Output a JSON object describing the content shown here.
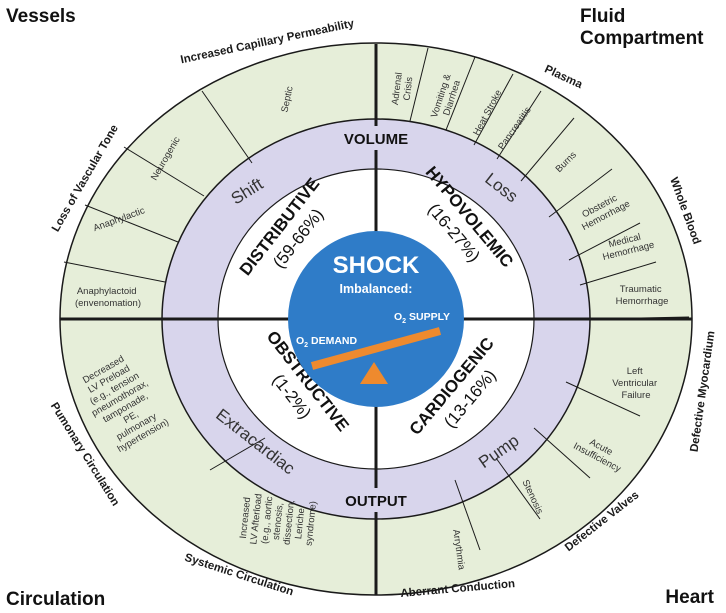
{
  "corners": {
    "vessels": "Vessels",
    "fluid": "Fluid Compartment",
    "circulation": "Circulation",
    "heart": "Heart"
  },
  "outer_labels": {
    "capillary": "Increased Capillary Permeability",
    "vascular_tone": "Loss of Vascular Tone",
    "plasma": "Plasma",
    "whole_blood": "Whole Blood",
    "defective_myocardium": "Defective Myocardium",
    "defective_valves": "Defective Valves",
    "aberrant_conduction": "Aberrant Conduction",
    "systemic_circulation": "Systemic Circulation",
    "pulmonary_circulation": "Pumonary Circulation"
  },
  "cells": {
    "septic": "Septic",
    "neurogenic": "Neurogenic",
    "anaphylactic": "Anaphylactic",
    "anaphylactoid": [
      "Anaphylactoid",
      "(envenomation)"
    ],
    "adrenal": [
      "Adrenal",
      "Crisis"
    ],
    "vomiting": [
      "Vomiting &",
      "Diarrhea"
    ],
    "heat_stroke": "Heat Stroke",
    "pancreatitis": "Pancreatitis",
    "burns": "Burns",
    "obstetric": [
      "Obstetric",
      "Hemorrhage"
    ],
    "medical": [
      "Medical",
      "Hemorrhage"
    ],
    "traumatic": [
      "Traumatic",
      "Hemorrhage"
    ],
    "lv_failure": [
      "Left",
      "Ventricular",
      "Failure"
    ],
    "acute_insufficiency": [
      "Acute",
      "Insufficiency"
    ],
    "stenosis": "Stenosis",
    "arrythmia": "Arrythmia",
    "lv_afterload": [
      "Increased",
      "LV Afterload",
      "(e.g., aortic",
      "stenosis,",
      "dissection,",
      "Leriche",
      "syndrome)"
    ],
    "lv_preload": [
      "Decreased",
      "LV Preload",
      "(e.g., tension",
      "pneumothorax,",
      "tamponade,",
      "PE,",
      "pulmonary",
      "hypertension)"
    ]
  },
  "middle_ring": {
    "volume": "VOLUME",
    "output": "OUTPUT",
    "shift": "Shift",
    "loss": "Loss",
    "extracardiac": "Extracardiac",
    "pump": "Pump"
  },
  "quadrants": {
    "distributive": {
      "name": "DISTRIBUTIVE",
      "pct": "(59-66%)"
    },
    "hypovolemic": {
      "name": "HYPOVOLEMIC",
      "pct": "(16-27%)"
    },
    "obstructive": {
      "name": "OBSTRUCTIVE",
      "pct": "(1-2%)"
    },
    "cardiogenic": {
      "name": "CARDIOGENIC",
      "pct": "(13-16%)"
    }
  },
  "center": {
    "title": "SHOCK",
    "subtitle": "Imbalanced:",
    "demand_label": "O",
    "demand_sub": "2",
    "demand_rest": " DEMAND",
    "supply_label": "O",
    "supply_sub": "2",
    "supply_rest": " SUPPLY"
  },
  "colors": {
    "outer_ring": "#e6eed9",
    "middle_ring": "#d8d5ec",
    "center": "#2f7cc8",
    "seesaw": "#ee8a2e",
    "lines": "#1a1a1a"
  }
}
